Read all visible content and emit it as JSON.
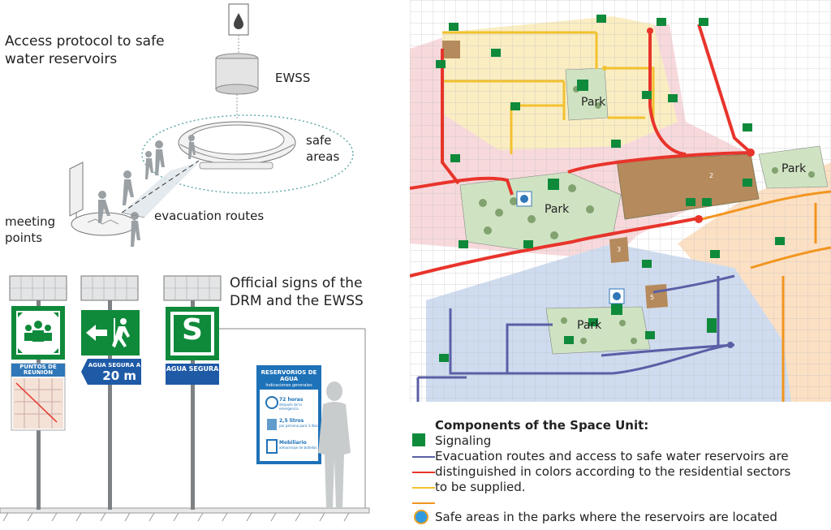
{
  "access_diagram": {
    "title": "Access protocol to safe water reservoirs",
    "label_ewss": "EWSS",
    "label_safe_areas": "safe areas",
    "label_evacuation_routes": "evacuation routes",
    "label_meeting_points": "meeting points"
  },
  "signs": {
    "title": "Official signs of the DRM and the EWSS",
    "meeting_points_label": "PUNTOS DE REUNIÓN",
    "arrow_sign_line1": "AGUA SEGURA A",
    "arrow_sign_line2": "20 m",
    "s_letter": "S",
    "s_sign_label": "AGUA SEGURA",
    "board_title": "RESERVORIOS DE AGUA",
    "board_subtitle": "Indicaciones generales",
    "board_item1_bold": "72 horas",
    "board_item1_text": "después de la emergencia",
    "board_item2_bold": "2,5 litros",
    "board_item2_text": "por persona para 3 días",
    "board_item3_bold": "Mobiliario",
    "board_item3_text": "almacenaje de botellas"
  },
  "map": {
    "park_label": "Park",
    "building_numbers": [
      "2",
      "3",
      "5"
    ]
  },
  "legend": {
    "title": "Components of the Space Unit:",
    "signaling": "Signaling",
    "line1": "Evacuation routes and access to safe water reservoirs are",
    "line2": "distinguished in colors according to the residential sectors",
    "line3": "to be supplied.",
    "safe_areas": "Safe areas in the parks where the reservoirs are located",
    "colors": {
      "blue": "#5a5fa6",
      "red": "#e8342b",
      "yellow": "#f2c12e",
      "orange": "#f2951f"
    }
  }
}
